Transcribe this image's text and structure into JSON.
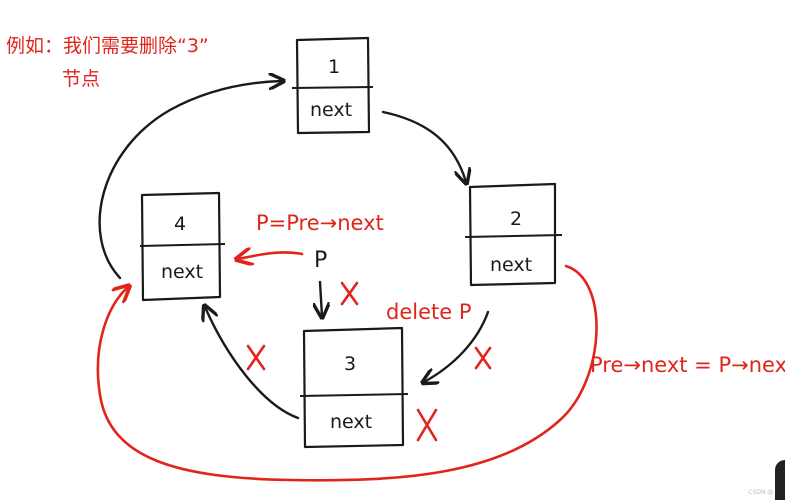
{
  "title": {
    "line1": "例如：我们需要删除“3”",
    "line2": "节点"
  },
  "nodes": [
    {
      "id": "node-1",
      "value": "1",
      "pointer": "next"
    },
    {
      "id": "node-2",
      "value": "2",
      "pointer": "next"
    },
    {
      "id": "node-3",
      "value": "3",
      "pointer": "next"
    },
    {
      "id": "node-4",
      "value": "4",
      "pointer": "next"
    }
  ],
  "annotations": {
    "p_assign": "P=Pre→next",
    "p_label": "P",
    "delete_label": "delete P",
    "relink": "Pre→next = P→next",
    "cross": "X"
  },
  "colors": {
    "ink": "#1a1a1a",
    "red": "#e1251b",
    "background": "#ffffff"
  },
  "watermark": "CSDN @..."
}
